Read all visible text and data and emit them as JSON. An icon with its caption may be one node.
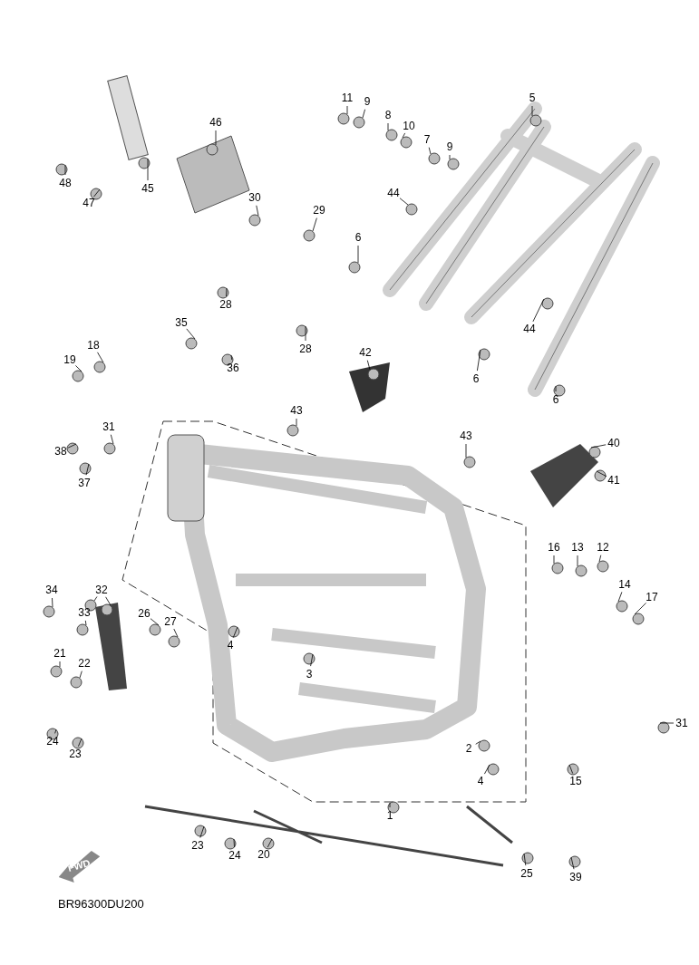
{
  "diagram": {
    "nodes": [
      {
        "text": [
          "11"
        ]
      },
      {
        "text": [
          "9"
        ]
      },
      {
        "text": [
          "5"
        ]
      },
      {
        "text": [
          "8"
        ]
      },
      {
        "text": [
          "10"
        ]
      },
      {
        "text": [
          "7"
        ]
      },
      {
        "text": [
          "9"
        ]
      },
      {
        "text": [
          "45"
        ]
      },
      {
        "text": [
          "46"
        ]
      },
      {
        "text": [
          "48"
        ]
      },
      {
        "text": [
          "47"
        ]
      },
      {
        "text": [
          "44"
        ]
      },
      {
        "text": [
          "30"
        ]
      },
      {
        "text": [
          "29"
        ]
      },
      {
        "text": [
          "6"
        ]
      },
      {
        "text": [
          "28"
        ]
      },
      {
        "text": [
          "28"
        ]
      },
      {
        "text": [
          "44"
        ]
      },
      {
        "text": [
          "35"
        ]
      },
      {
        "text": [
          "36"
        ]
      },
      {
        "text": [
          "42"
        ]
      },
      {
        "text": [
          "6"
        ]
      },
      {
        "text": [
          "6"
        ]
      },
      {
        "text": [
          "18"
        ]
      },
      {
        "text": [
          "19"
        ]
      },
      {
        "text": [
          "43"
        ]
      },
      {
        "text": [
          "43"
        ]
      },
      {
        "text": [
          "40"
        ]
      },
      {
        "text": [
          "31"
        ]
      },
      {
        "text": [
          "38"
        ]
      },
      {
        "text": [
          "37"
        ]
      },
      {
        "text": [
          "41"
        ]
      },
      {
        "text": [
          "16"
        ]
      },
      {
        "text": [
          "13"
        ]
      },
      {
        "text": [
          "12"
        ]
      },
      {
        "text": [
          "14"
        ]
      },
      {
        "text": [
          "17"
        ]
      },
      {
        "text": [
          "34"
        ]
      },
      {
        "text": [
          "32"
        ]
      },
      {
        "text": [
          "33"
        ]
      },
      {
        "text": [
          "26"
        ]
      },
      {
        "text": [
          "27"
        ]
      },
      {
        "text": [
          "4"
        ]
      },
      {
        "text": [
          "3"
        ]
      },
      {
        "text": [
          "21"
        ]
      },
      {
        "text": [
          "22"
        ]
      },
      {
        "text": [
          "31"
        ]
      },
      {
        "text": [
          "24"
        ]
      },
      {
        "text": [
          "23"
        ]
      },
      {
        "text": [
          "2"
        ]
      },
      {
        "text": [
          "4"
        ]
      },
      {
        "text": [
          "15"
        ]
      },
      {
        "text": [
          "1"
        ]
      },
      {
        "text": [
          "23"
        ]
      },
      {
        "text": [
          "24"
        ]
      },
      {
        "text": [
          "20"
        ]
      },
      {
        "text": [
          "25"
        ]
      },
      {
        "text": [
          "39"
        ]
      }
    ],
    "edges": [
      {
        "from": 0,
        "to": null,
        "arrow": "none"
      },
      {
        "from": 1,
        "to": null,
        "arrow": "none"
      },
      {
        "from": 2,
        "to": null,
        "arrow": "none"
      },
      {
        "from": 3,
        "to": null,
        "arrow": "none"
      },
      {
        "from": 4,
        "to": null,
        "arrow": "none"
      },
      {
        "from": 5,
        "to": null,
        "arrow": "none"
      },
      {
        "from": 6,
        "to": null,
        "arrow": "none"
      },
      {
        "from": 7,
        "to": null,
        "arrow": "none"
      },
      {
        "from": 8,
        "to": null,
        "arrow": "none"
      },
      {
        "from": 9,
        "to": null,
        "arrow": "none"
      },
      {
        "from": 10,
        "to": null,
        "arrow": "none"
      },
      {
        "from": 11,
        "to": null,
        "arrow": "none"
      },
      {
        "from": 12,
        "to": null,
        "arrow": "none"
      },
      {
        "from": 13,
        "to": null,
        "arrow": "none"
      },
      {
        "from": 14,
        "to": null,
        "arrow": "none"
      },
      {
        "from": 15,
        "to": null,
        "arrow": "none"
      },
      {
        "from": 16,
        "to": null,
        "arrow": "none"
      },
      {
        "from": 17,
        "to": null,
        "arrow": "none"
      },
      {
        "from": 18,
        "to": null,
        "arrow": "none"
      },
      {
        "from": 19,
        "to": null,
        "arrow": "none"
      },
      {
        "from": 20,
        "to": null,
        "arrow": "none"
      },
      {
        "from": 21,
        "to": null,
        "arrow": "none"
      },
      {
        "from": 22,
        "to": null,
        "arrow": "none"
      },
      {
        "from": 23,
        "to": null,
        "arrow": "none"
      },
      {
        "from": 24,
        "to": null,
        "arrow": "none"
      },
      {
        "from": 25,
        "to": null,
        "arrow": "none"
      },
      {
        "from": 26,
        "to": null,
        "arrow": "none"
      },
      {
        "from": 27,
        "to": null,
        "arrow": "none"
      },
      {
        "from": 28,
        "to": null,
        "arrow": "none"
      },
      {
        "from": 29,
        "to": null,
        "arrow": "none"
      },
      {
        "from": 30,
        "to": null,
        "arrow": "none"
      },
      {
        "from": 31,
        "to": null,
        "arrow": "none"
      },
      {
        "from": 32,
        "to": null,
        "arrow": "none"
      },
      {
        "from": 33,
        "to": null,
        "arrow": "none"
      },
      {
        "from": 34,
        "to": null,
        "arrow": "none"
      },
      {
        "from": 35,
        "to": null,
        "arrow": "none"
      },
      {
        "from": 36,
        "to": null,
        "arrow": "none"
      },
      {
        "from": 37,
        "to": null,
        "arrow": "none"
      },
      {
        "from": 38,
        "to": null,
        "arrow": "none"
      },
      {
        "from": 38,
        "to": null,
        "arrow": "none"
      },
      {
        "from": 39,
        "to": null,
        "arrow": "none"
      },
      {
        "from": 40,
        "to": null,
        "arrow": "none"
      },
      {
        "from": 41,
        "to": null,
        "arrow": "none"
      },
      {
        "from": 42,
        "to": null,
        "arrow": "none"
      },
      {
        "from": 43,
        "to": null,
        "arrow": "none"
      },
      {
        "from": 44,
        "to": null,
        "arrow": "none"
      },
      {
        "from": 45,
        "to": null,
        "arrow": "none"
      },
      {
        "from": 46,
        "to": null,
        "arrow": "none"
      },
      {
        "from": 47,
        "to": null,
        "arrow": "none"
      },
      {
        "from": 48,
        "to": null,
        "arrow": "none"
      },
      {
        "from": 49,
        "to": null,
        "arrow": "none"
      },
      {
        "from": 50,
        "to": null,
        "arrow": "none"
      },
      {
        "from": 51,
        "to": null,
        "arrow": "none"
      },
      {
        "from": 52,
        "to": null,
        "arrow": "none"
      },
      {
        "from": 53,
        "to": null,
        "arrow": "none"
      },
      {
        "from": 54,
        "to": null,
        "arrow": "none"
      },
      {
        "from": 55,
        "to": null,
        "arrow": "none"
      },
      {
        "from": 56,
        "to": null,
        "arrow": "none"
      },
      {
        "from": 57,
        "to": null,
        "arrow": "none"
      }
    ],
    "labels": [
      "FWD",
      "BR96300DU200"
    ]
  }
}
